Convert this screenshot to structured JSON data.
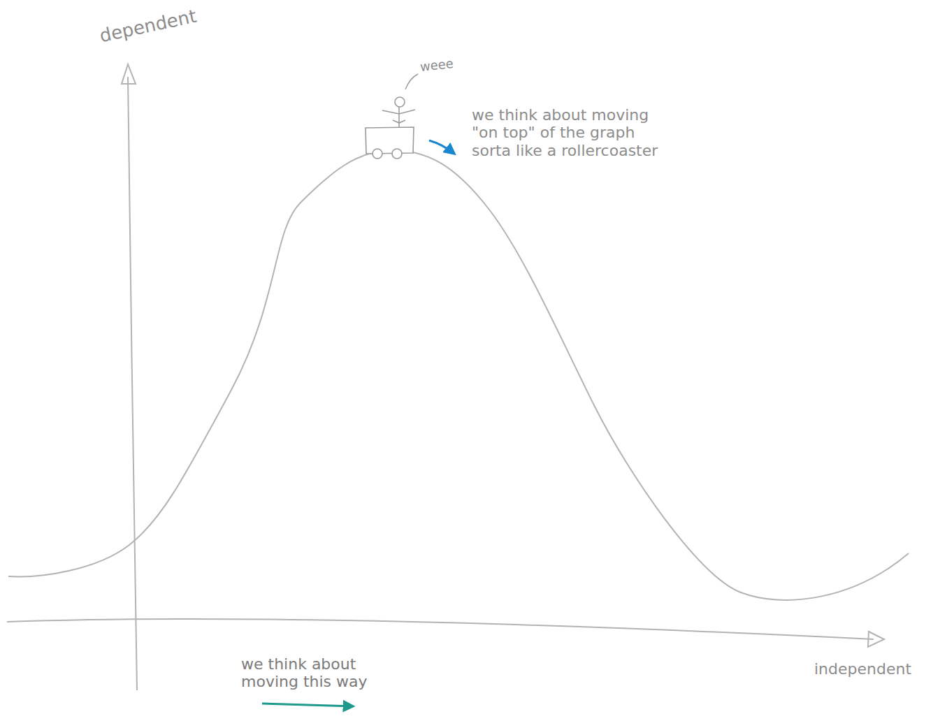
{
  "diagram": {
    "labels": [
      "dependent",
      "weee",
      "we think about moving \"on top\" of the graph sorta like a rollercoaster",
      "independent",
      "we think about moving this way"
    ]
  }
}
